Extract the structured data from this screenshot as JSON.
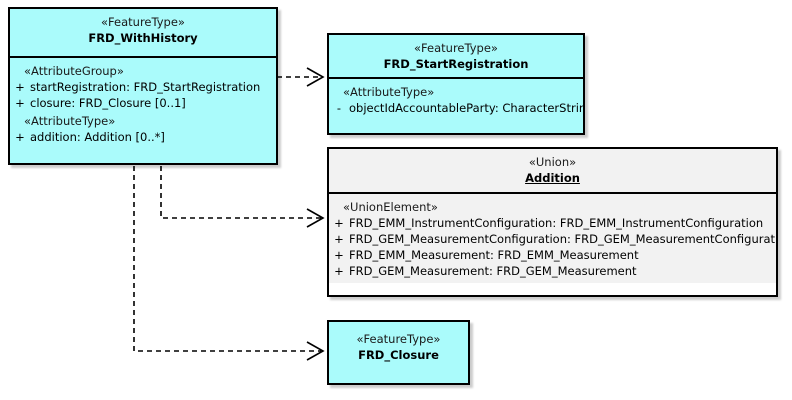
{
  "diagram": {
    "type": "uml-class-diagram",
    "background": "#ffffff",
    "colors": {
      "feature_type_fill": "#aafbfb",
      "union_fill": "#ffffff",
      "union_header_fill": "#f2f2f2",
      "border": "#000000",
      "connector": "#000000"
    }
  },
  "classes": [
    {
      "id": "frd-withhistory",
      "stereotype": "«FeatureType»",
      "name": "FRD_WithHistory",
      "fill": "cyan",
      "underlined": false,
      "compartments": [
        {
          "group_stereotype": "«AttributeGroup»",
          "attributes": [
            {
              "visibility": "+",
              "text": "startRegistration: FRD_StartRegistration"
            },
            {
              "visibility": "+",
              "text": "closure: FRD_Closure [0..1]"
            }
          ]
        },
        {
          "group_stereotype": "«AttributeType»",
          "attributes": [
            {
              "visibility": "+",
              "text": "addition: Addition [0..*]"
            }
          ]
        }
      ]
    },
    {
      "id": "frd-startregistration",
      "stereotype": "«FeatureType»",
      "name": "FRD_StartRegistration",
      "fill": "cyan",
      "underlined": false,
      "compartments": [
        {
          "group_stereotype": "«AttributeType»",
          "attributes": [
            {
              "visibility": "-",
              "text": "objectIdAccountableParty: CharacterString"
            }
          ]
        }
      ]
    },
    {
      "id": "addition",
      "stereotype": "«Union»",
      "name": "Addition",
      "fill": "plain",
      "underlined": true,
      "compartments": [
        {
          "group_stereotype": "«UnionElement»",
          "attributes": [
            {
              "visibility": "+",
              "text": "FRD_EMM_InstrumentConfiguration: FRD_EMM_InstrumentConfiguration"
            },
            {
              "visibility": "+",
              "text": "FRD_GEM_MeasurementConfiguration: FRD_GEM_MeasurementConfiguration"
            },
            {
              "visibility": "+",
              "text": "FRD_EMM_Measurement: FRD_EMM_Measurement"
            },
            {
              "visibility": "+",
              "text": "FRD_GEM_Measurement: FRD_GEM_Measurement"
            }
          ]
        }
      ]
    },
    {
      "id": "frd-closure",
      "stereotype": "«FeatureType»",
      "name": "FRD_Closure",
      "fill": "cyan",
      "underlined": false,
      "compartments": []
    }
  ],
  "connectors": [
    {
      "id": "dep-startregistration",
      "kind": "dependency",
      "style": "dashed",
      "arrow": "open",
      "from": "frd-withhistory",
      "to": "frd-startregistration"
    },
    {
      "id": "dep-addition",
      "kind": "dependency",
      "style": "dashed",
      "arrow": "open",
      "from": "frd-withhistory",
      "to": "addition"
    },
    {
      "id": "dep-closure",
      "kind": "dependency",
      "style": "dashed",
      "arrow": "open",
      "from": "frd-withhistory",
      "to": "frd-closure"
    }
  ]
}
